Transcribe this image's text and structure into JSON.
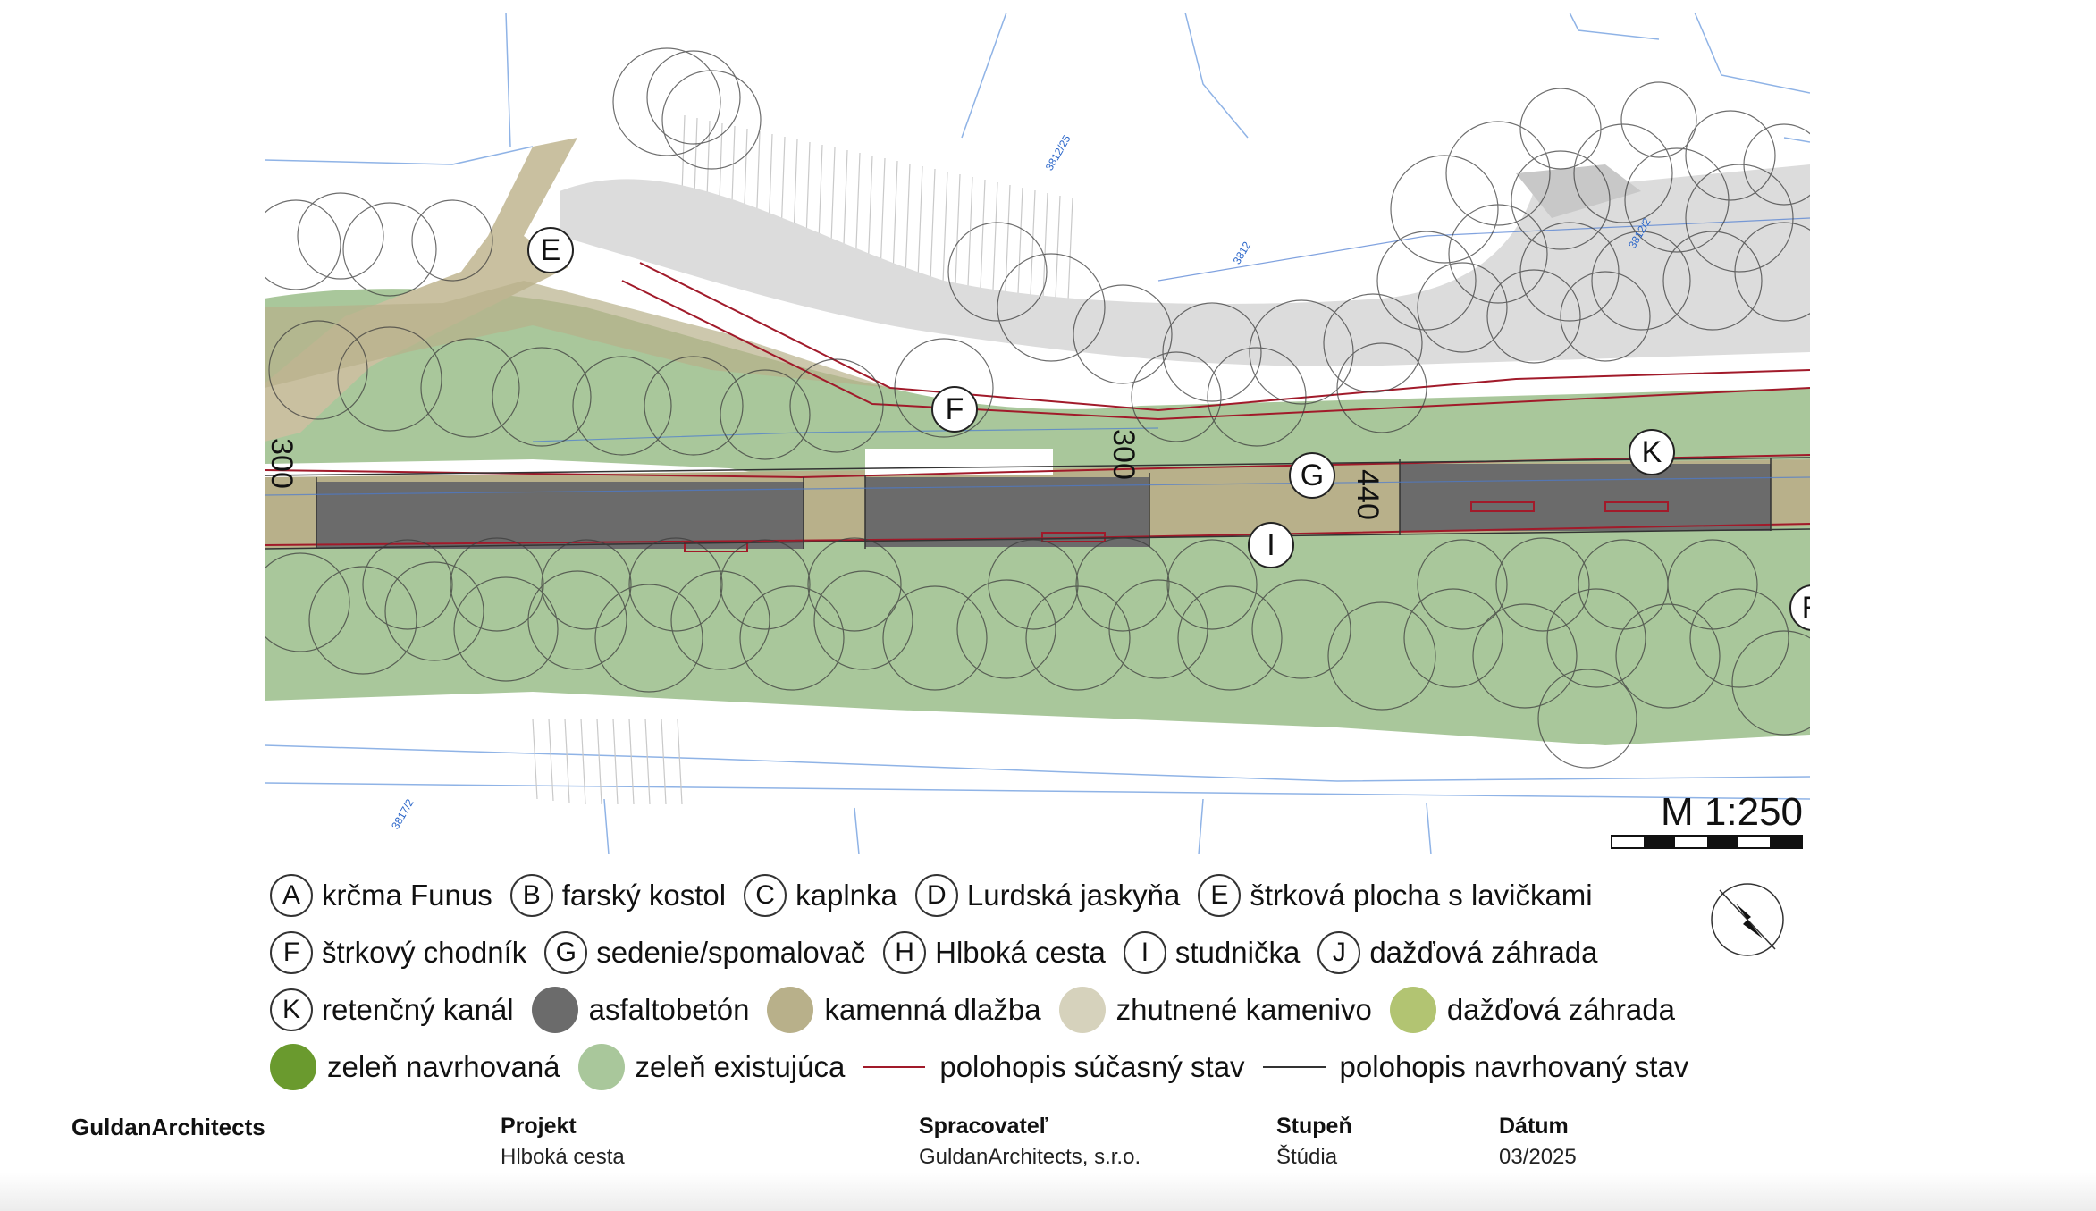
{
  "map": {
    "labels": {
      "E": "E",
      "F": "F",
      "G": "G",
      "I": "I",
      "K": "K",
      "R": "R"
    },
    "dimensions": [
      "300",
      "300",
      "440"
    ],
    "parcels": [
      "3812/25",
      "3812/2",
      "3812",
      "3817/2"
    ],
    "scale": "M 1:250"
  },
  "legend": {
    "markers": [
      {
        "letter": "A",
        "text": "krčma Funus"
      },
      {
        "letter": "B",
        "text": "farský kostol"
      },
      {
        "letter": "C",
        "text": "kaplnka"
      },
      {
        "letter": "D",
        "text": "Lurdská jaskyňa"
      },
      {
        "letter": "E",
        "text": "štrková plocha s lavičkami"
      },
      {
        "letter": "F",
        "text": "štrkový chodník"
      },
      {
        "letter": "G",
        "text": "sedenie/spomalovač"
      },
      {
        "letter": "H",
        "text": "Hlboká cesta"
      },
      {
        "letter": "I",
        "text": "studnička"
      },
      {
        "letter": "J",
        "text": "dažďová záhrada"
      },
      {
        "letter": "K",
        "text": "retenčný kanál"
      }
    ],
    "materials": [
      {
        "text": "asfaltobetón",
        "color": "#6b6b6b"
      },
      {
        "text": "kamenná dlažba",
        "color": "#b8b08a"
      },
      {
        "text": "zhutnené kamenivo",
        "color": "#d6d2bc"
      },
      {
        "text": "dažďová záhrada",
        "color": "#b2c472"
      },
      {
        "text": "zeleň navrhovaná",
        "color": "#6a9a2e"
      },
      {
        "text": "zeleň existujúca",
        "color": "#a9c79b"
      }
    ],
    "lines": [
      {
        "text": "polohopis súčasný stav",
        "color": "#a11a2a"
      },
      {
        "text": "polohopis navrhovaný stav",
        "color": "#333333"
      }
    ]
  },
  "titleblock": {
    "brand": "GuldanArchitects",
    "project_label": "Projekt",
    "project_value": "Hlboká cesta",
    "author_label": "Spracovateľ",
    "author_value": "GuldanArchitects, s.r.o.",
    "stage_label": "Stupeň",
    "stage_value": "Štúdia",
    "date_label": "Dátum",
    "date_value": "03/2025"
  },
  "colors": {
    "green_existing": "#a9c79b",
    "asphalt": "#6b6b6b",
    "paving": "#b8b08a",
    "gravel_grey": "#dcdcdc",
    "existing_line": "#a11a2a",
    "cadastre_line": "#4a7bd1"
  }
}
